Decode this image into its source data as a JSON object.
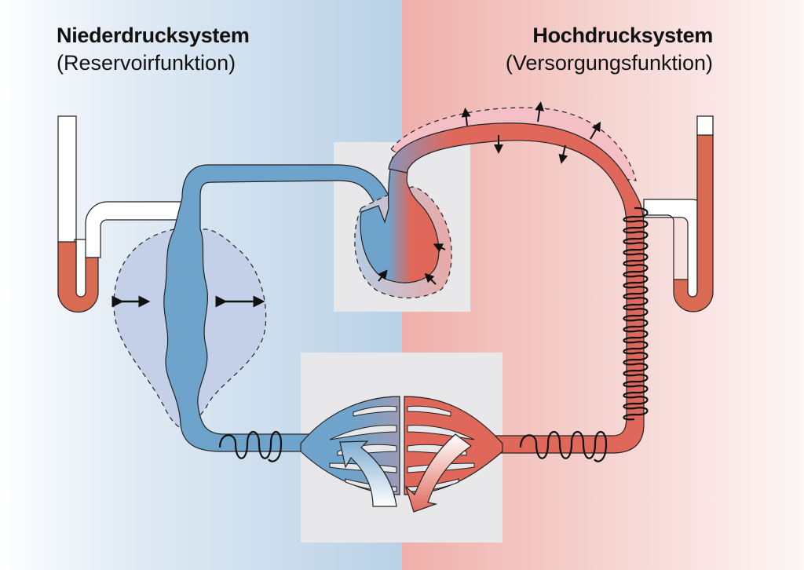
{
  "diagram": {
    "left_system": {
      "title": "Niederdrucksystem",
      "subtitle": "(Reservoirfunktion)",
      "color": "#6ea3cb"
    },
    "right_system": {
      "title": "Hochdrucksystem",
      "subtitle": "(Versorgungsfunktion)",
      "color": "#e0685a"
    },
    "colors": {
      "vein_blue": "#6ea3cb",
      "artery_red": "#e0685a",
      "manometer_fluid": "#d86b52",
      "reservoir_fill": "#c4d0e8",
      "elastic_fill": "#f4c0c6",
      "panel_gray": "#e8e8ea"
    }
  }
}
